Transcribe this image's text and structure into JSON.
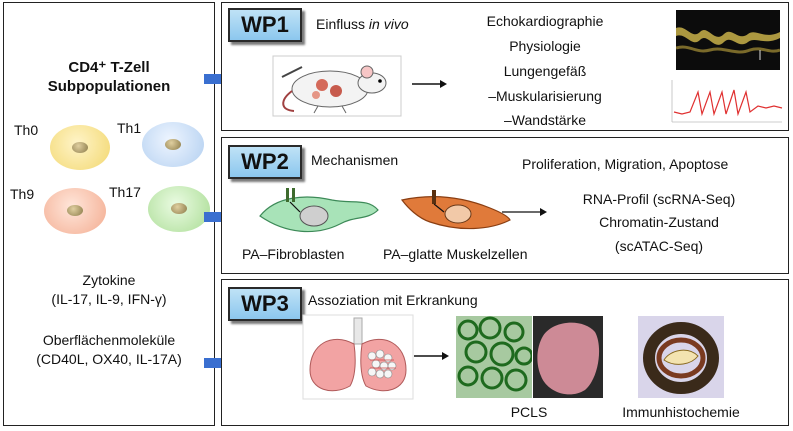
{
  "left": {
    "title_line1": "CD4⁺ T-Zell",
    "title_line2": "Subpopulationen",
    "cells": [
      {
        "label": "Th0",
        "color": "#f4d97a"
      },
      {
        "label": "Th1",
        "color": "#b8d3f2"
      },
      {
        "label": "Th9",
        "color": "#f5b79e"
      },
      {
        "label": "Th17",
        "color": "#b6e3a4"
      }
    ],
    "cytokines_label": "Zytokine",
    "cytokines_list": "(IL-17, IL-9, IFN-γ)",
    "surface_label": "Oberflächenmoleküle",
    "surface_list": "(CD40L, OX40, IL-17A)"
  },
  "wp1": {
    "badge": "WP1",
    "title_prefix": "Einfluss ",
    "title_italic": "in vivo",
    "items": [
      "Echokardiographie",
      "Physiologie",
      "Lungengefäß",
      "–Muskularisierung",
      "–Wandstärke"
    ]
  },
  "wp2": {
    "badge": "WP2",
    "title": "Mechanismen",
    "processes": "Proliferation, Migration, Apoptose",
    "cell1_label": "PA–Fibroblasten",
    "cell2_label": "PA–glatte Muskelzellen",
    "profile_line1": "RNA-Profil (scRNA-Seq)",
    "profile_line2": "Chromatin-Zustand",
    "profile_line3": "(scATAC-Seq)"
  },
  "wp3": {
    "badge": "WP3",
    "title": "Assoziation mit Erkrankung",
    "label_pcls": "PCLS",
    "label_ihc": "Immunhistochemie"
  },
  "colors": {
    "badge_fill": "#9fd2f2",
    "arrow_blue": "#3a6fd0",
    "fibroblast": "#a8e3b8",
    "smooth_muscle": "#e07a3a",
    "lung": "#f2a3a3"
  }
}
